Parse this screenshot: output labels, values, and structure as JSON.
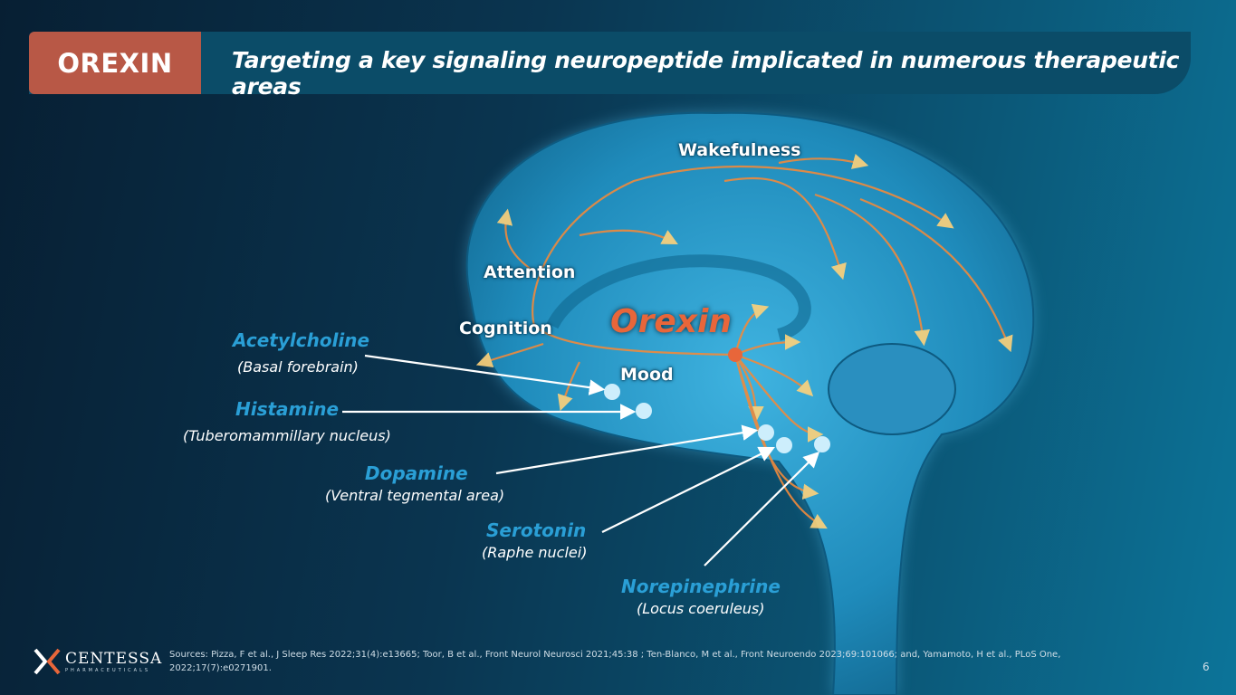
{
  "header": {
    "tag": "OREXIN",
    "subtitle": "Targeting a key signaling neuropeptide implicated in numerous therapeutic areas"
  },
  "diagram": {
    "center_label": "Orexin",
    "regions": [
      "Wakefulness",
      "Attention",
      "Cognition",
      "Mood"
    ],
    "neurotransmitters": [
      {
        "name": "Acetylcholine",
        "source": "(Basal forebrain)"
      },
      {
        "name": "Histamine",
        "source": "(Tuberomammillary nucleus)"
      },
      {
        "name": "Dopamine",
        "source": "(Ventral tegmental area)"
      },
      {
        "name": "Serotonin",
        "source": "(Raphe nuclei)"
      },
      {
        "name": "Norepinephrine",
        "source": "(Locus coeruleus)"
      }
    ],
    "colors": {
      "orexin": "#e8663a",
      "neurotransmitter": "#2a9fd6",
      "tag": "#b85846"
    }
  },
  "footer": {
    "logo_name": "CENTESSA",
    "logo_sub": "PHARMACEUTICALS",
    "sources": "Sources:  Pizza, F et al., J Sleep Res 2022;31(4):e13665; Toor, B et al., Front Neurol Neurosci 2021;45:38 ; Ten-Blanco, M et al., Front Neuroendo 2023;69:101066; and, Yamamoto, H et al., PLoS One, 2022;17(7):e0271901.",
    "page": "6"
  }
}
